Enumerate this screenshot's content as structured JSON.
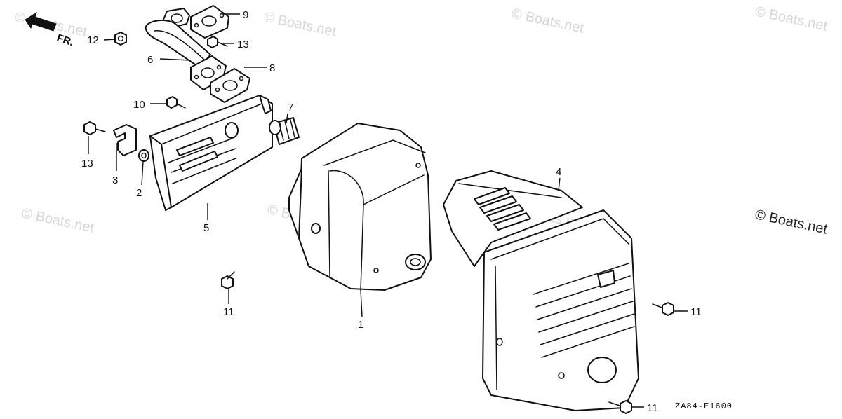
{
  "diagram": {
    "direction_label": "FR.",
    "drawing_code": "ZA84-E1600",
    "watermark": "© Boats.net",
    "callouts": [
      {
        "id": "c1",
        "text": "1"
      },
      {
        "id": "c2",
        "text": "2"
      },
      {
        "id": "c3",
        "text": "3"
      },
      {
        "id": "c4",
        "text": "4"
      },
      {
        "id": "c5",
        "text": "5"
      },
      {
        "id": "c6",
        "text": "6"
      },
      {
        "id": "c7",
        "text": "7"
      },
      {
        "id": "c8",
        "text": "8"
      },
      {
        "id": "c9",
        "text": "9"
      },
      {
        "id": "c10",
        "text": "10"
      },
      {
        "id": "c11a",
        "text": "11"
      },
      {
        "id": "c11b",
        "text": "11"
      },
      {
        "id": "c11c",
        "text": "11"
      },
      {
        "id": "c12",
        "text": "12"
      },
      {
        "id": "c13a",
        "text": "13"
      },
      {
        "id": "c13b",
        "text": "13"
      }
    ]
  }
}
